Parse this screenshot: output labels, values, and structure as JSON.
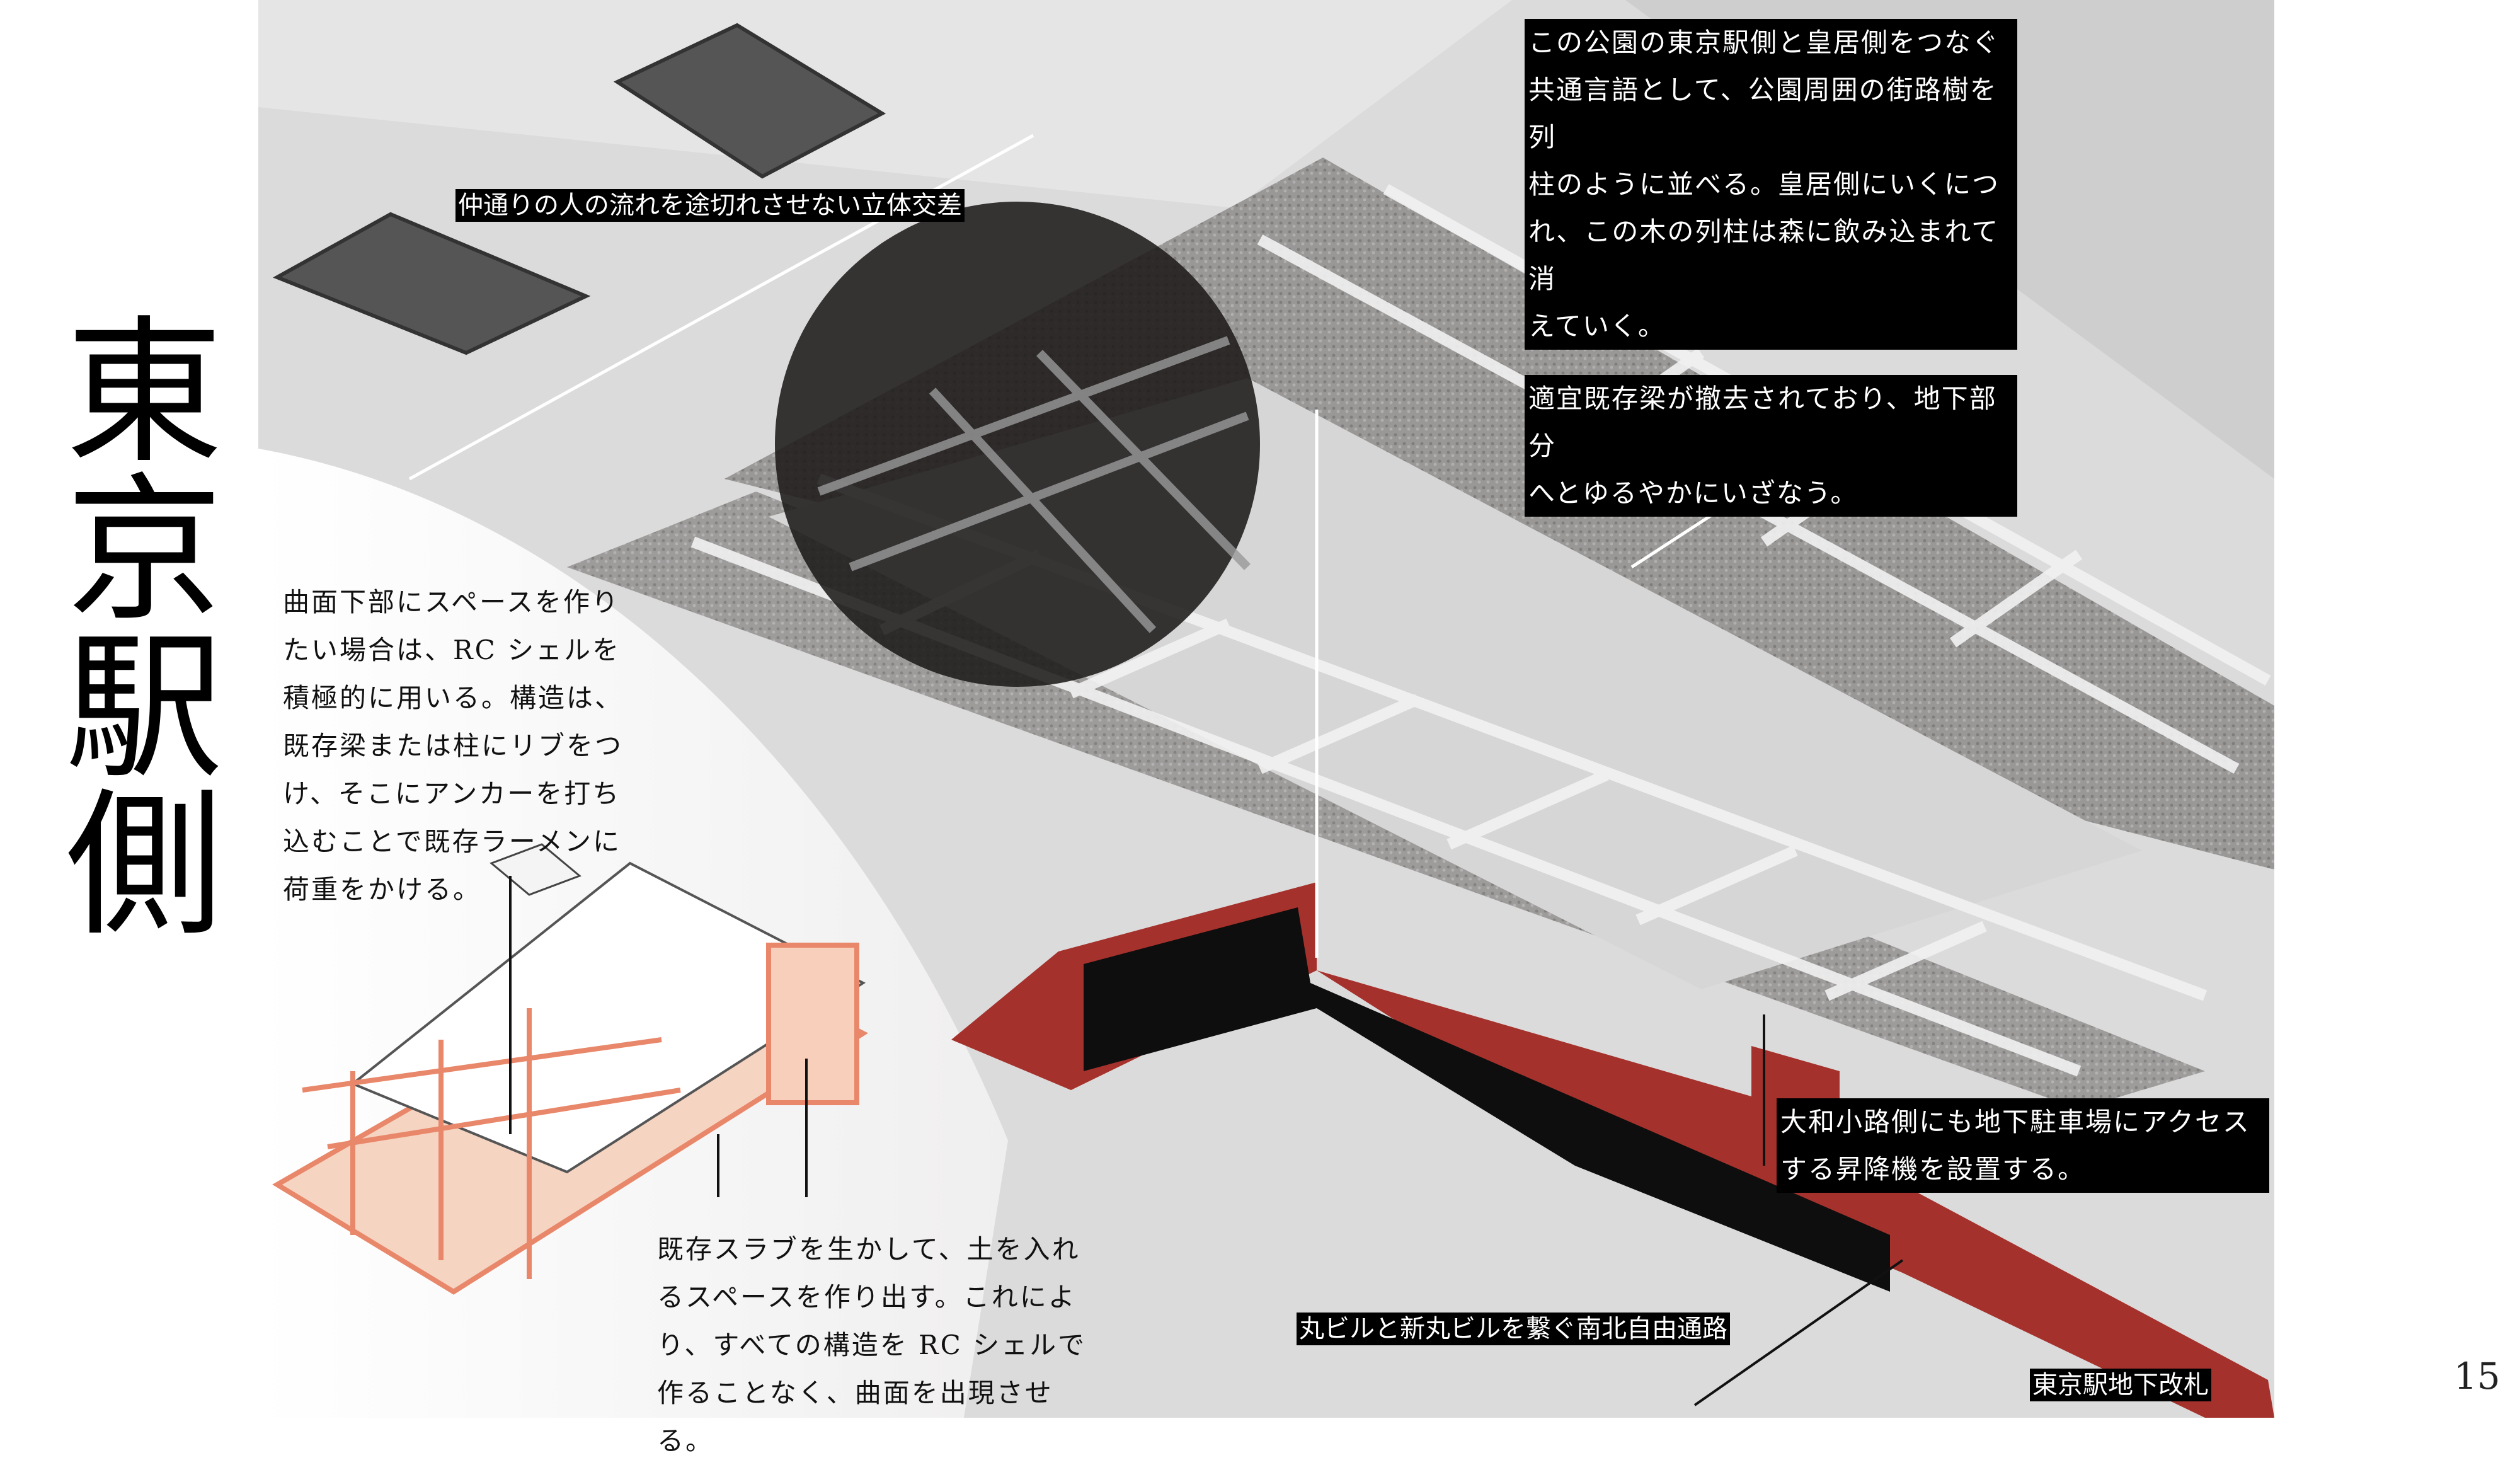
{
  "title": "東京駅側",
  "annotations": {
    "tree_columns": "この公園の東京駅側と皇居側をつなぐ\n共通言語として、公園周囲の街路樹を列\n柱のように並べる。皇居側にいくにつ\nれ、この木の列柱は森に飲み込まれて消\nえていく。",
    "beam_removal": "適宜既存梁が撤去されており、地下部分\nへとゆるやかにいざなう。",
    "naka_street": "仲通りの人の流れを途切れさせない立体交差",
    "elevator": "大和小路側にも地下駐車場にアクセス\nする昇降機を設置する。",
    "free_passage": "丸ビルと新丸ビルを繋ぐ南北自由通路",
    "ticket_gate": "東京駅地下改札"
  },
  "paragraphs": {
    "rc_shell": "曲面下部にスペースを作り\nたい場合は、RC シェルを\n積極的に用いる。構造は、\n既存梁または柱にリブをつ\nけ、そこにアンカーを打ち\n込むことで既存ラーメンに\n荷重をかける。",
    "slab": "既存スラブを生かして、土を入れ\nるスペースを作り出す。これによ\nり、すべての構造を RC シェルで\n作ることなく、曲面を出現させる。"
  },
  "page_number": "15",
  "colors": {
    "accent_red": "#a5312c",
    "structure_orange": "#f0a886",
    "background_gray": "#d9d8d8"
  }
}
